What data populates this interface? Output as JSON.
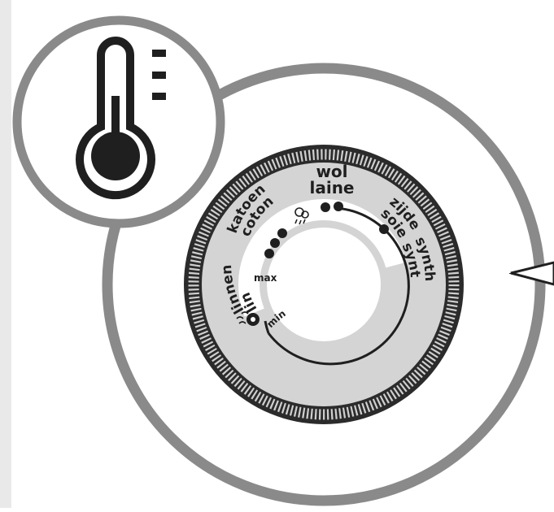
{
  "labels": {
    "linen": {
      "nl": "linnen",
      "fr": "lin"
    },
    "cotton": {
      "nl": "katoen",
      "fr": "coton"
    },
    "wool": {
      "nl": "wol",
      "fr": "laine"
    },
    "silk": {
      "nl": "zijde",
      "fr": "soie"
    },
    "synthetic": {
      "nl": "synth.",
      "fr": "synth."
    },
    "max": "max",
    "min": "min"
  },
  "icons": {
    "thermometer": "thermometer-icon",
    "steam": "steam-icon",
    "steam_indicator": "steam-shot-icon",
    "pointer": "dial-pointer-icon"
  },
  "colors": {
    "ring": "#8a8a8a",
    "dial_dark": "#2b2b2b",
    "dial_face": "#d4d4d4",
    "ink": "#1f1f1f",
    "frame": "#e9e9e9"
  }
}
